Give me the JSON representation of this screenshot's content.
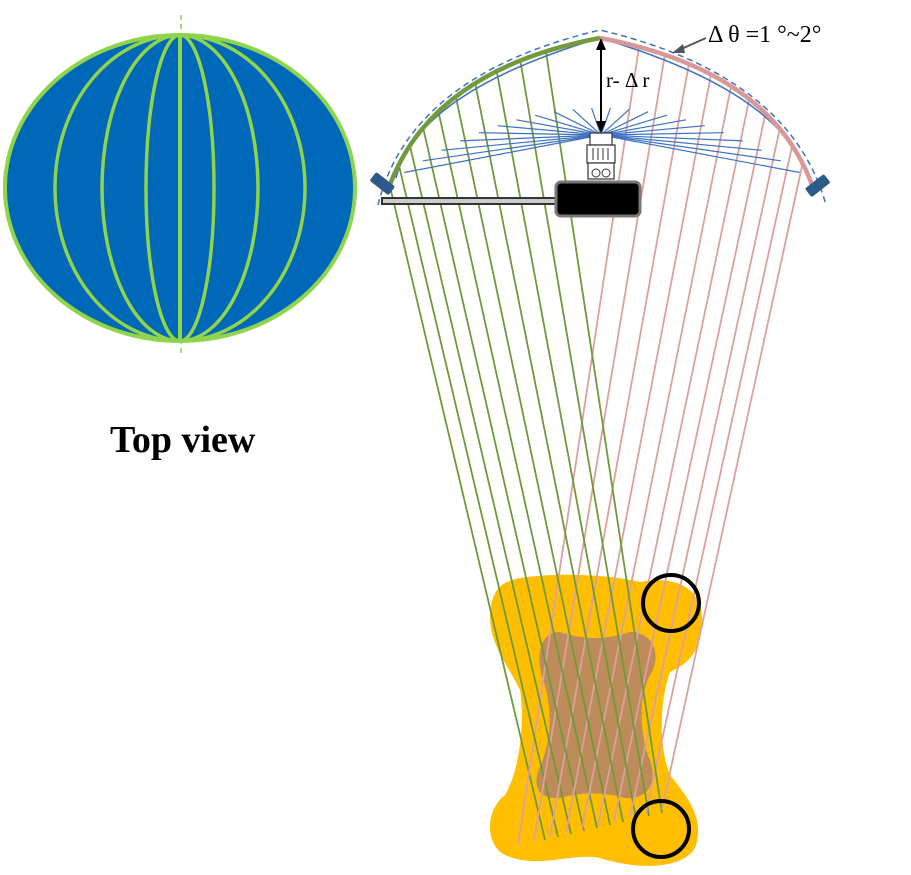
{
  "top_view": {
    "label": "Top view"
  },
  "annotations": {
    "angle_step": "Δ  θ =1 °~2°",
    "radius": "r- Δ r"
  },
  "colors": {
    "globe_fill": "#0068b8",
    "globe_lines": "#8fd44a",
    "detector_left_arc": "#759a3c",
    "detector_right_arc": "#d99898",
    "fan_lines": "#3d72c2",
    "dashed_orbit": "#3d72c2",
    "beam_left": "#6f9a3a",
    "beam_right": "#dda0a0",
    "object_outer": "#ffbf00",
    "object_inner": "#bd8c5a",
    "circle_outline": "#000000",
    "stage_block": "#000000",
    "mount_blocks": "#2e5a8a"
  },
  "icons": {
    "source": "x-ray-source-icon",
    "table": "patient-table-icon"
  },
  "counts": {
    "fan_lines": 22,
    "beam_lines_per_side": 10
  }
}
